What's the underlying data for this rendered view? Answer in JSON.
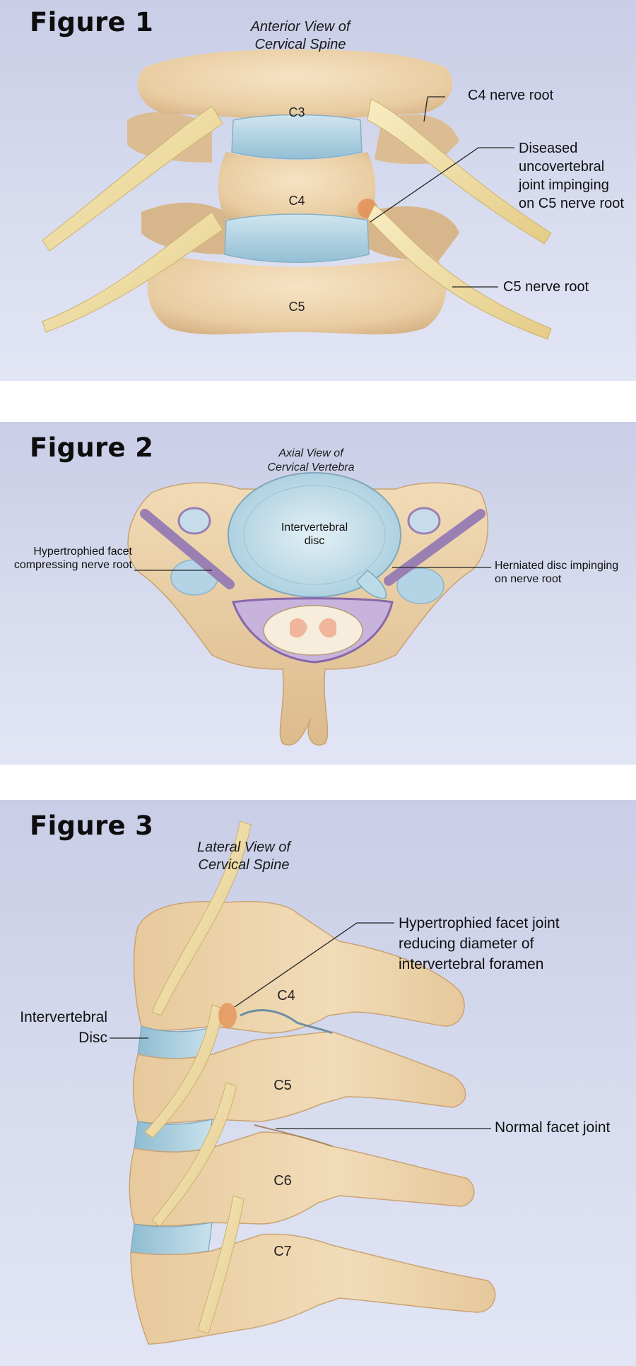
{
  "figure1": {
    "title": "Figure 1",
    "caption_line1": "Anterior View of",
    "caption_line2": "Cervical Spine",
    "vertebrae": [
      "C3",
      "C4",
      "C5"
    ],
    "label_c4_root": "C4 nerve root",
    "label_diseased_line1": "Diseased",
    "label_diseased_line2": "uncovertebral",
    "label_diseased_line3": "joint impinging",
    "label_diseased_line4": "on C5 nerve root",
    "label_c5_root": "C5 nerve root"
  },
  "figure2": {
    "title": "Figure 2",
    "caption_line1": "Axial View of",
    "caption_line2": "Cervical Vertebra",
    "disc_line1": "Intervertebral",
    "disc_line2": "disc",
    "left_line1": "Hypertrophied facet",
    "left_line2": "compressing nerve root",
    "right_line1": "Herniated disc impinging",
    "right_line2": "on nerve root"
  },
  "figure3": {
    "title": "Figure 3",
    "caption_line1": "Lateral View of",
    "caption_line2": "Cervical Spine",
    "vertebrae": [
      "C4",
      "C5",
      "C6",
      "C7"
    ],
    "hyp_line1": "Hypertrophied facet joint",
    "hyp_line2": "reducing diameter of",
    "hyp_line3": "intervertebral foramen",
    "disc_line1": "Intervertebral",
    "disc_line2": "Disc",
    "normal_facet": "Normal facet joint"
  },
  "colors": {
    "bone": "#ecd3ab",
    "bone_shadow": "#d5b287",
    "disc": "#b8d7e6",
    "nerve": "#f3e1a6",
    "inflamed": "#e48a4e",
    "vessel": "#9a7fb3"
  }
}
